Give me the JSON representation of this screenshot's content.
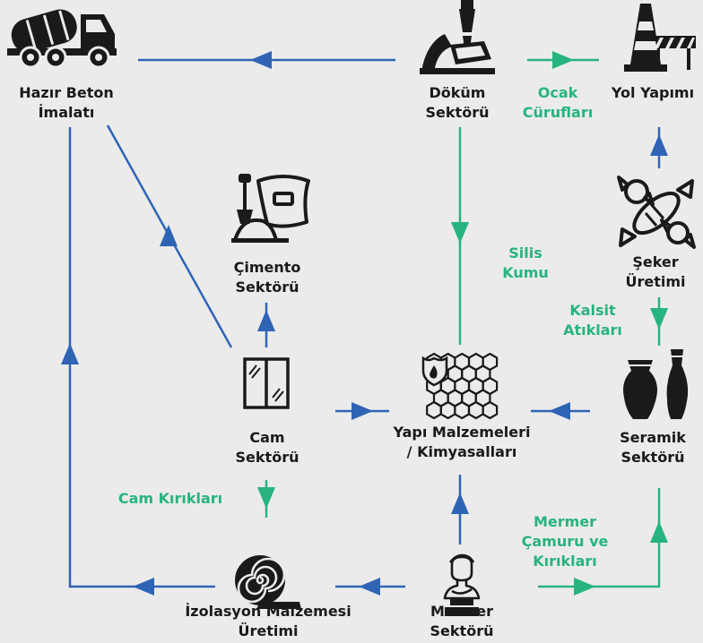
{
  "colors": {
    "blue": "#2f64b5",
    "green": "#27b47e",
    "text": "#1a1a1a",
    "background": "#ebebeb"
  },
  "nodes": {
    "concrete": {
      "label": "Hazır Beton\nİmalatı",
      "icon": "concrete-mixer-truck-icon"
    },
    "casting": {
      "label": "Döküm\nSektörü",
      "icon": "casting-ladle-icon"
    },
    "road": {
      "label": "Yol Yapımı",
      "icon": "road-construction-icon"
    },
    "cement": {
      "label": "Çimento\nSektörü",
      "icon": "cement-bag-icon"
    },
    "glass": {
      "label": "Cam\nSektörü",
      "icon": "window-glass-icon"
    },
    "sugar": {
      "label": "Şeker\nÜretimi",
      "icon": "candy-icon"
    },
    "building_materials": {
      "label": "Yapı Malzemeleri\n/ Kimyasalları",
      "icon": "hexagon-chemical-icon"
    },
    "ceramic": {
      "label": "Seramik\nSektörü",
      "icon": "ceramic-vases-icon"
    },
    "insulation": {
      "label": "İzolasyon Malzemesi\nÜretimi",
      "icon": "insulation-roll-icon"
    },
    "marble": {
      "label": "Mermer\nSektörü",
      "icon": "marble-bust-icon"
    }
  },
  "flow_labels": {
    "slag": "Ocak\nCürufları",
    "silica": "Silis\nKumu",
    "calcite": "Kalsit\nAtıkları",
    "glass_cullet": "Cam Kırıkları",
    "marble_sludge": "Mermer\nÇamuru ve\nKırıkları"
  }
}
